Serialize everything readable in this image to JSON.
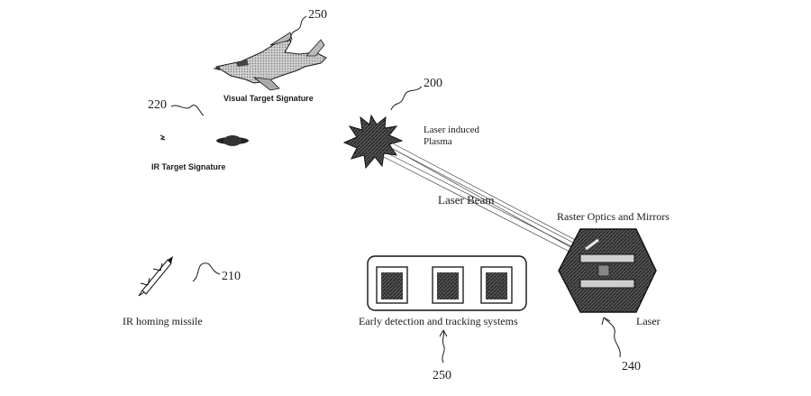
{
  "labels": {
    "visual_signature": "Visual Target Signature",
    "ir_signature": "IR Target Signature",
    "plasma_line1": "Laser induced",
    "plasma_line2": "Plasma",
    "laser_beam": "Laser Beam",
    "raster_optics": "Raster Optics and Mirrors",
    "ir_missile": "IR homing missile",
    "early_detection": "Early detection and tracking systems",
    "laser": "Laser"
  },
  "refs": {
    "aircraft": "250",
    "plasma": "200",
    "ir_signature": "220",
    "missile": "210",
    "detection": "250",
    "laser": "240"
  },
  "icons": [
    "fighter-jet-icon",
    "plasma-burst-icon",
    "ir-signature-icon",
    "missile-icon",
    "laser-hexagon-icon"
  ],
  "colors": {
    "ink": "#1a1a1a",
    "dark_fill": "#3a3a3a",
    "light_fill": "#bdbdbd"
  }
}
